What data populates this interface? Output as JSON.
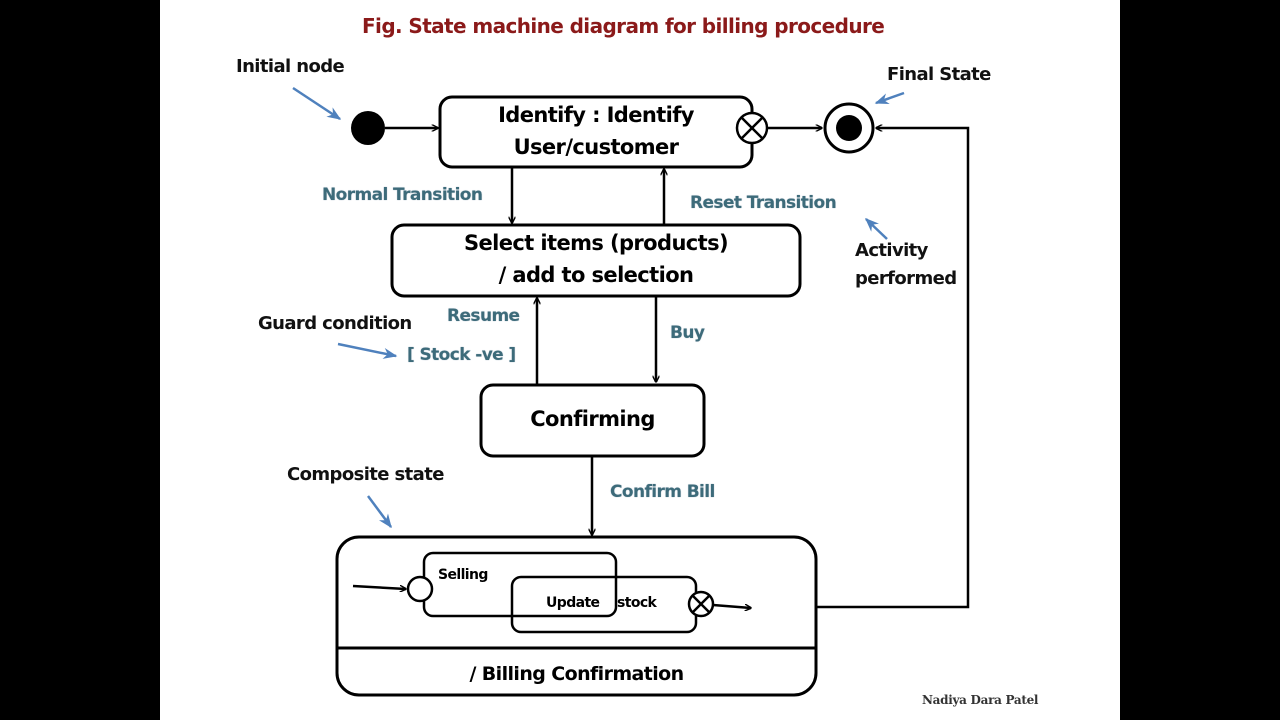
{
  "title": "Fig.  State machine diagram for billing procedure",
  "callouts": {
    "initial_node": "Initial node",
    "final_state": "Final State",
    "activity_performed_1": "Activity",
    "activity_performed_2": "performed",
    "guard_condition": "Guard condition",
    "composite_state": "Composite state"
  },
  "states": {
    "identify_line1": "Identify : Identify",
    "identify_line2": "User/customer",
    "select_line1": "Select items (products)",
    "select_line2": "/ add to selection",
    "confirming": "Confirming",
    "selling": "Selling",
    "update": "Update",
    "stock": "stock",
    "billing_confirmation": "/ Billing Confirmation"
  },
  "transitions": {
    "normal": "Normal Transition",
    "reset": "Reset Transition",
    "resume": "Resume",
    "guard": "[ Stock -ve ]",
    "buy": "Buy",
    "confirm_bill": "Confirm Bill"
  },
  "colors": {
    "title": "#8b1a1a",
    "transition_label": "#3d6b7a",
    "callout_arrow": "#4f81bd"
  },
  "author": "Nadiya Dara Patel"
}
